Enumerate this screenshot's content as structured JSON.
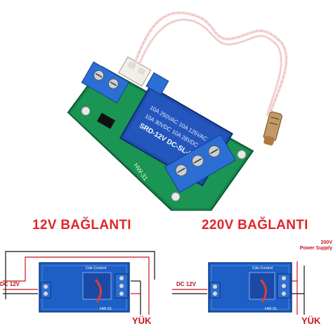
{
  "photo": {
    "relay_label_line1": "SRD-12V DC-SL-C",
    "relay_label_line2": "10A 250VAC 10A 125VAC",
    "relay_label_line3": "10A 30VDC 10A 28VDC",
    "pcb_marking": "HW-31"
  },
  "left": {
    "heading": "12V BAĞLANTI",
    "dc_label": "DC 12V",
    "load_label": "YÜK",
    "board_text": "Cds Control",
    "board_code": "HW-31"
  },
  "right": {
    "heading": "220V BAĞLANTI",
    "dc_label": "DC 12V",
    "load_label": "YÜK",
    "power_label_line1": "200V",
    "power_label_line2": "Power Supply",
    "board_text": "Cds Control",
    "board_code": "HW-31"
  },
  "colors": {
    "heading": "#e0262b",
    "pcb_blue": "#1d5fc5",
    "relay_blue": "#1f4fb0",
    "terminal_blue": "#2c6fd4",
    "wire_red": "#c8161d",
    "wire_black": "#111111"
  }
}
